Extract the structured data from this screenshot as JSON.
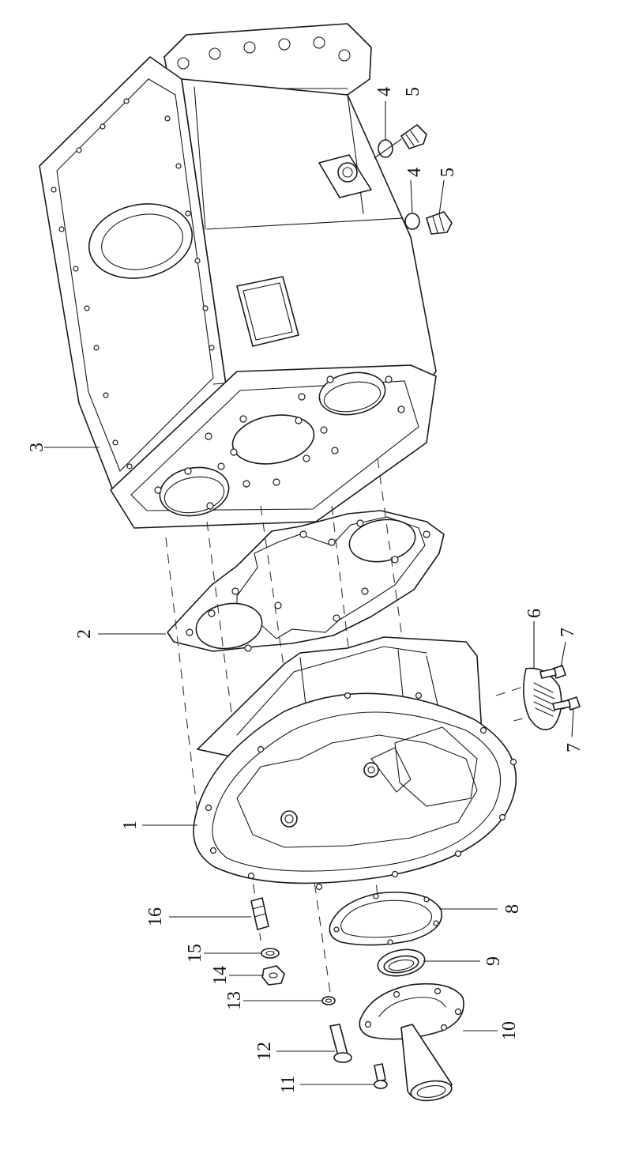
{
  "callouts": [
    {
      "id": "c1",
      "label": "1"
    },
    {
      "id": "c2",
      "label": "2"
    },
    {
      "id": "c3",
      "label": "3"
    },
    {
      "id": "c4a",
      "label": "4"
    },
    {
      "id": "c5a",
      "label": "5"
    },
    {
      "id": "c4b",
      "label": "4"
    },
    {
      "id": "c5b",
      "label": "5"
    },
    {
      "id": "c6",
      "label": "6"
    },
    {
      "id": "c7a",
      "label": "7"
    },
    {
      "id": "c7b",
      "label": "7"
    },
    {
      "id": "c8",
      "label": "8"
    },
    {
      "id": "c9",
      "label": "9"
    },
    {
      "id": "c10",
      "label": "10"
    },
    {
      "id": "c11",
      "label": "11"
    },
    {
      "id": "c12",
      "label": "12"
    },
    {
      "id": "c13",
      "label": "13"
    },
    {
      "id": "c14",
      "label": "14"
    },
    {
      "id": "c15",
      "label": "15"
    },
    {
      "id": "c16",
      "label": "16"
    }
  ],
  "colors": {
    "line": "#1a1a1a",
    "background": "#ffffff"
  }
}
